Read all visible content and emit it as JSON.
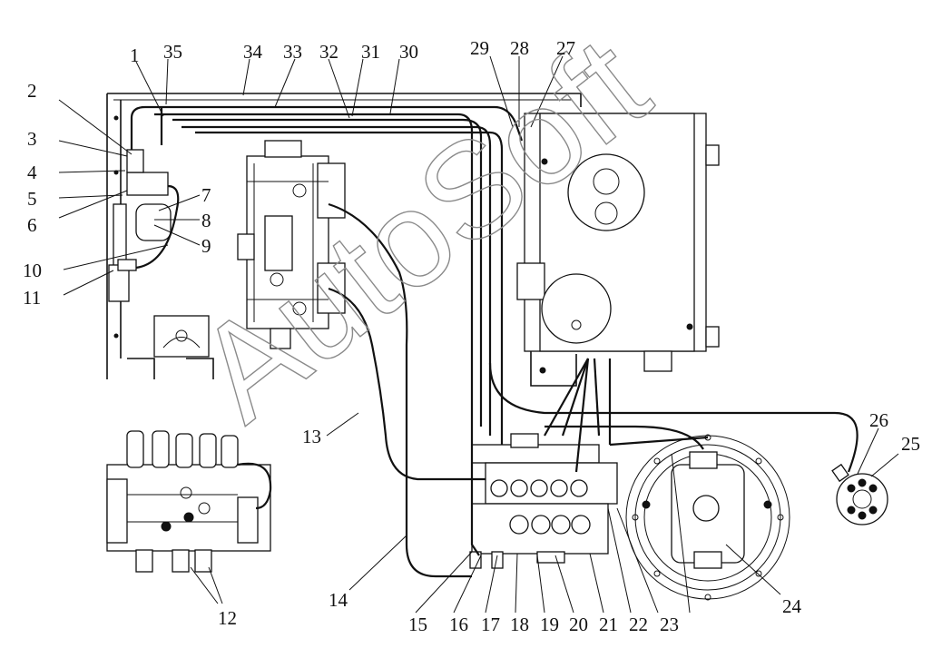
{
  "callouts": [
    "1",
    "2",
    "3",
    "4",
    "5",
    "6",
    "7",
    "8",
    "9",
    "10",
    "11",
    "12",
    "13",
    "14",
    "15",
    "16",
    "17",
    "18",
    "19",
    "20",
    "21",
    "22",
    "23",
    "24",
    "25",
    "26",
    "27",
    "28",
    "29",
    "30",
    "31",
    "32",
    "33",
    "34",
    "35"
  ],
  "watermark": "AutoSoft"
}
